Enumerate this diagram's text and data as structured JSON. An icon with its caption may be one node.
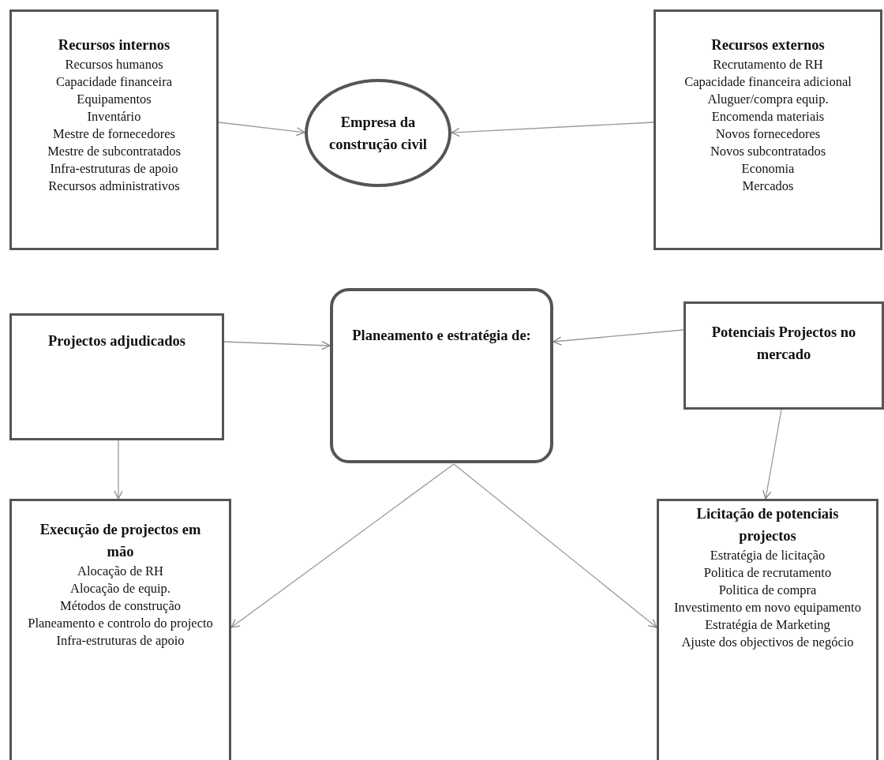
{
  "diagram": {
    "nodes": [
      {
        "text": [
          "Recursos internos",
          "Recursos humanos",
          "Capacidade financeira",
          "Equipamentos",
          "Inventário",
          "Mestre de fornecedores",
          "Mestre de subcontratados",
          "Infra-estruturas de apoio",
          "Recursos administrativos"
        ]
      },
      {
        "text": [
          "Empresa da construção civil"
        ]
      },
      {
        "text": [
          "Recursos externos",
          "Recrutamento de RH",
          "Capacidade financeira adicional",
          "Aluguer/compra equip.",
          "Encomenda materiais",
          "Novos fornecedores",
          "Novos subcontratados",
          "Economia",
          "Mercados"
        ]
      },
      {
        "text": [
          "Projectos adjudicados"
        ]
      },
      {
        "text": [
          "Planeamento e estratégia de:"
        ]
      },
      {
        "text": [
          "Potenciais Projectos no mercado"
        ]
      },
      {
        "text": [
          "Execução de projectos em mão",
          "Alocação de RH",
          "Alocação de equip.",
          "Métodos de construção",
          "Planeamento e controlo do projecto",
          "Infra-estruturas de apoio"
        ]
      },
      {
        "text": [
          "Licitação de potenciais projectos",
          "Estratégia de licitação",
          "Politica de recrutamento",
          "Politica de compra",
          "Investimento em novo equipamento",
          "Estratégia de Marketing",
          "Ajuste dos objectivos de negócio"
        ]
      }
    ],
    "edges": [
      {
        "from": 0,
        "to": 1,
        "arrow": "to"
      },
      {
        "from": 2,
        "to": 1,
        "arrow": "to"
      },
      {
        "from": 3,
        "to": 4,
        "arrow": "to"
      },
      {
        "from": 5,
        "to": 4,
        "arrow": "to"
      },
      {
        "from": 3,
        "to": 6,
        "arrow": "to"
      },
      {
        "from": 5,
        "to": 7,
        "arrow": "to"
      },
      {
        "from": 4,
        "to": 6,
        "arrow": "to"
      },
      {
        "from": 4,
        "to": 7,
        "arrow": "to"
      }
    ]
  }
}
